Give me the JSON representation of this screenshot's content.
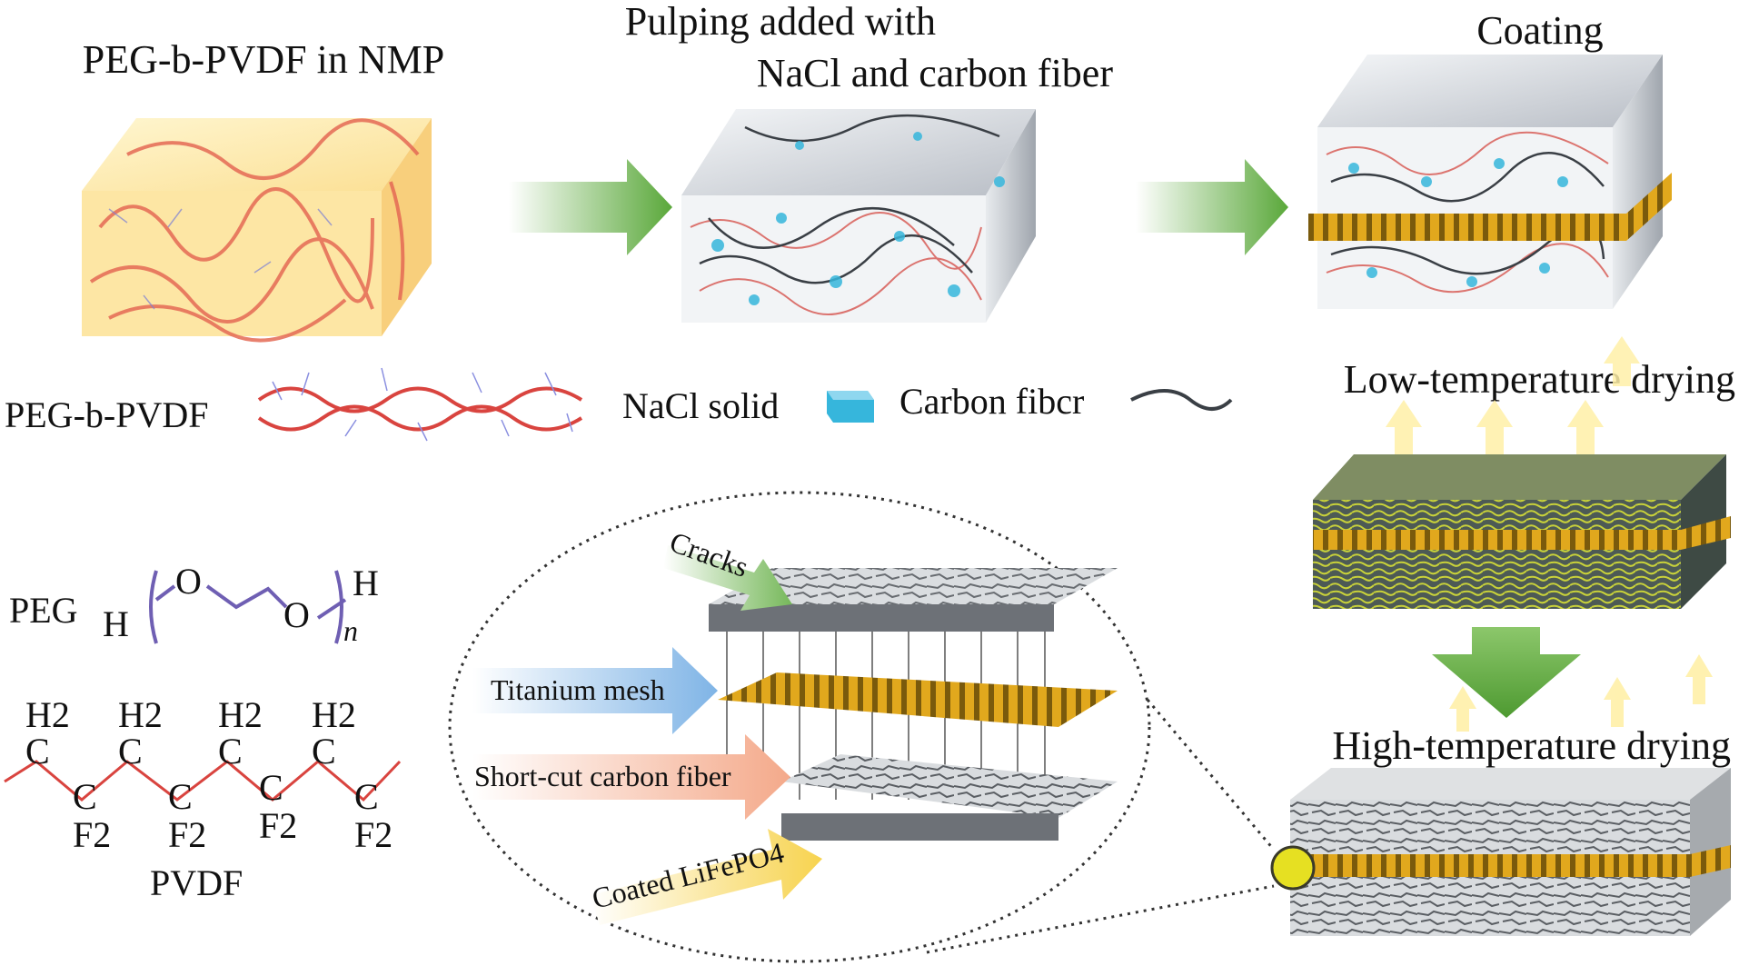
{
  "stage1": {
    "title": "PEG-b-PVDF in NMP"
  },
  "stage2": {
    "title_line1": "Pulping added with",
    "title_line2": "NaCl and carbon fiber"
  },
  "stage3": {
    "title": "Coating"
  },
  "stage4": {
    "title": "Low-temperature drying"
  },
  "stage5": {
    "title": "High-temperature drying"
  },
  "legend": {
    "polymer": "PEG-b-PVDF",
    "nacl": "NaCl solid",
    "fiber": "Carbon fibcr"
  },
  "chem": {
    "peg_name": "PEG",
    "peg_left_h": "H",
    "peg_o1": "O",
    "peg_o2": "O",
    "peg_right_h": "H",
    "peg_n": "n",
    "pvdf_name": "PVDF",
    "ch2": "H2",
    "c": "C",
    "f2": "F2"
  },
  "zoom": {
    "cracks": "Cracks",
    "titanium": "Titanium mesh",
    "fiber": "Short-cut carbon fiber",
    "coated": "Coated LiFePO4"
  },
  "colors": {
    "arrow_green": "#5aa83a",
    "block_yellow": "#fde7a0",
    "mesh_gold": "#d9a21b",
    "nacl_blue": "#36b6dc",
    "polymer_red": "#e0504a",
    "dry_green": "#6f8f35"
  }
}
